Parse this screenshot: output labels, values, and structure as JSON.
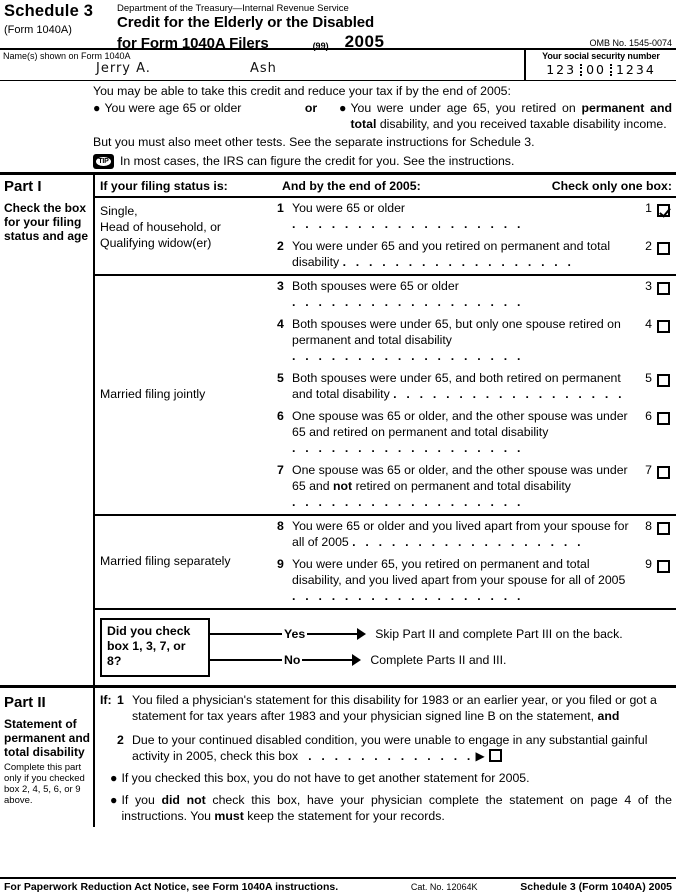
{
  "masthead": {
    "schedule_title": "Schedule 3",
    "schedule_sub": "(Form 1040A)",
    "department_line": "Department of the Treasury—Internal Revenue Service",
    "form_title_line1": "Credit for the Elderly or the Disabled",
    "form_title_line2": "for Form 1040A Filers",
    "paren99": "(99)",
    "year": "2005",
    "omb": "OMB No. 1545-0074"
  },
  "name_band": {
    "name_label": "Name(s) shown on Form 1040A",
    "first_name_value": "Jerry A.",
    "last_name_value": "Ash",
    "ssn_label": "Your social security number",
    "ssn_group1": "123",
    "ssn_group2": "00",
    "ssn_group3": "1234"
  },
  "intro": {
    "line1": "You may be able to take this credit and reduce your tax if by the end of 2005:",
    "bullet_left": "You were age 65 or older",
    "or_word": "or",
    "bullet_right_a": "You were under age 65, you retired on ",
    "bullet_right_bold": "permanent and total",
    "bullet_right_b": " disability, and you received taxable disability income.",
    "line3": "But you must also meet other tests. See the separate instructions for Schedule 3.",
    "tip_badge": "TIP",
    "tip_text": "In most cases, the IRS can figure the credit for you. See the instructions."
  },
  "part1": {
    "label": "Part I",
    "description": "Check the box for your filing status and age",
    "header_status": "If your filing status is:",
    "header_end": "And by the end of 2005:",
    "header_check": "Check only one box:",
    "blocks": [
      {
        "status": "Single,\nHead of household, or\nQualifying widow(er)",
        "items": [
          {
            "num": "1",
            "text": "You were 65 or older",
            "end": "1",
            "checked": true
          },
          {
            "num": "2",
            "text": "You were under 65 and you retired on permanent and total disability",
            "end": "2",
            "checked": false
          }
        ]
      },
      {
        "status": "Married filing jointly",
        "items": [
          {
            "num": "3",
            "text": "Both spouses were 65 or older",
            "end": "3",
            "checked": false
          },
          {
            "num": "4",
            "text": "Both spouses were under 65, but only one spouse retired on permanent and total disability",
            "end": "4",
            "checked": false
          },
          {
            "num": "5",
            "text": "Both spouses were under 65, and both retired on permanent and total disability",
            "end": "5",
            "checked": false
          },
          {
            "num": "6",
            "text": "One spouse was 65 or older, and the other spouse was under 65 and retired on permanent and total disability",
            "end": "6",
            "checked": false
          },
          {
            "num": "7",
            "text": "One spouse was 65 or older, and the other spouse was under 65 and not retired on permanent and total disability",
            "end": "7",
            "checked": false
          }
        ]
      },
      {
        "status": "Married filing separately",
        "items": [
          {
            "num": "8",
            "text": "You were 65 or older and you lived apart from your spouse for all of 2005",
            "end": "8",
            "checked": false
          },
          {
            "num": "9",
            "text": "You were under 65, you retired on permanent and total disability, and you lived apart from your spouse for all of 2005",
            "end": "9",
            "checked": false
          }
        ]
      }
    ],
    "decision": {
      "question": "Did you check box 1, 3, 7, or 8?",
      "yes_label": "Yes",
      "yes_result": "Skip Part II and complete Part III on the back.",
      "no_label": "No",
      "no_result": "Complete Parts II and III."
    }
  },
  "part2": {
    "label": "Part II",
    "description": "Statement of permanent and total disability",
    "note": "Complete this part only if you checked box 2, 4, 5, 6, or 9 above.",
    "if_label": "If:",
    "item1_num": "1",
    "item1_text": "You filed a physician's statement for this disability for 1983 or an earlier year, or you filed or got a statement for tax years after 1983 and your physician signed line B on the statement, and",
    "item2_num": "2",
    "item2_text": "Due to your continued disabled condition, you were unable to engage in any substantial gainful activity in 2005, check this box",
    "item2_checked": false,
    "bullet1": "If you checked this box, you do not have to get another statement for 2005.",
    "bullet2": "If you did not check this box, have your physician complete the statement on page 4 of the instructions. You must keep the statement for your records."
  },
  "footer": {
    "left": "For Paperwork Reduction Act Notice, see Form 1040A instructions.",
    "cat": "Cat. No. 12064K",
    "right": "Schedule 3 (Form 1040A) 2005"
  }
}
